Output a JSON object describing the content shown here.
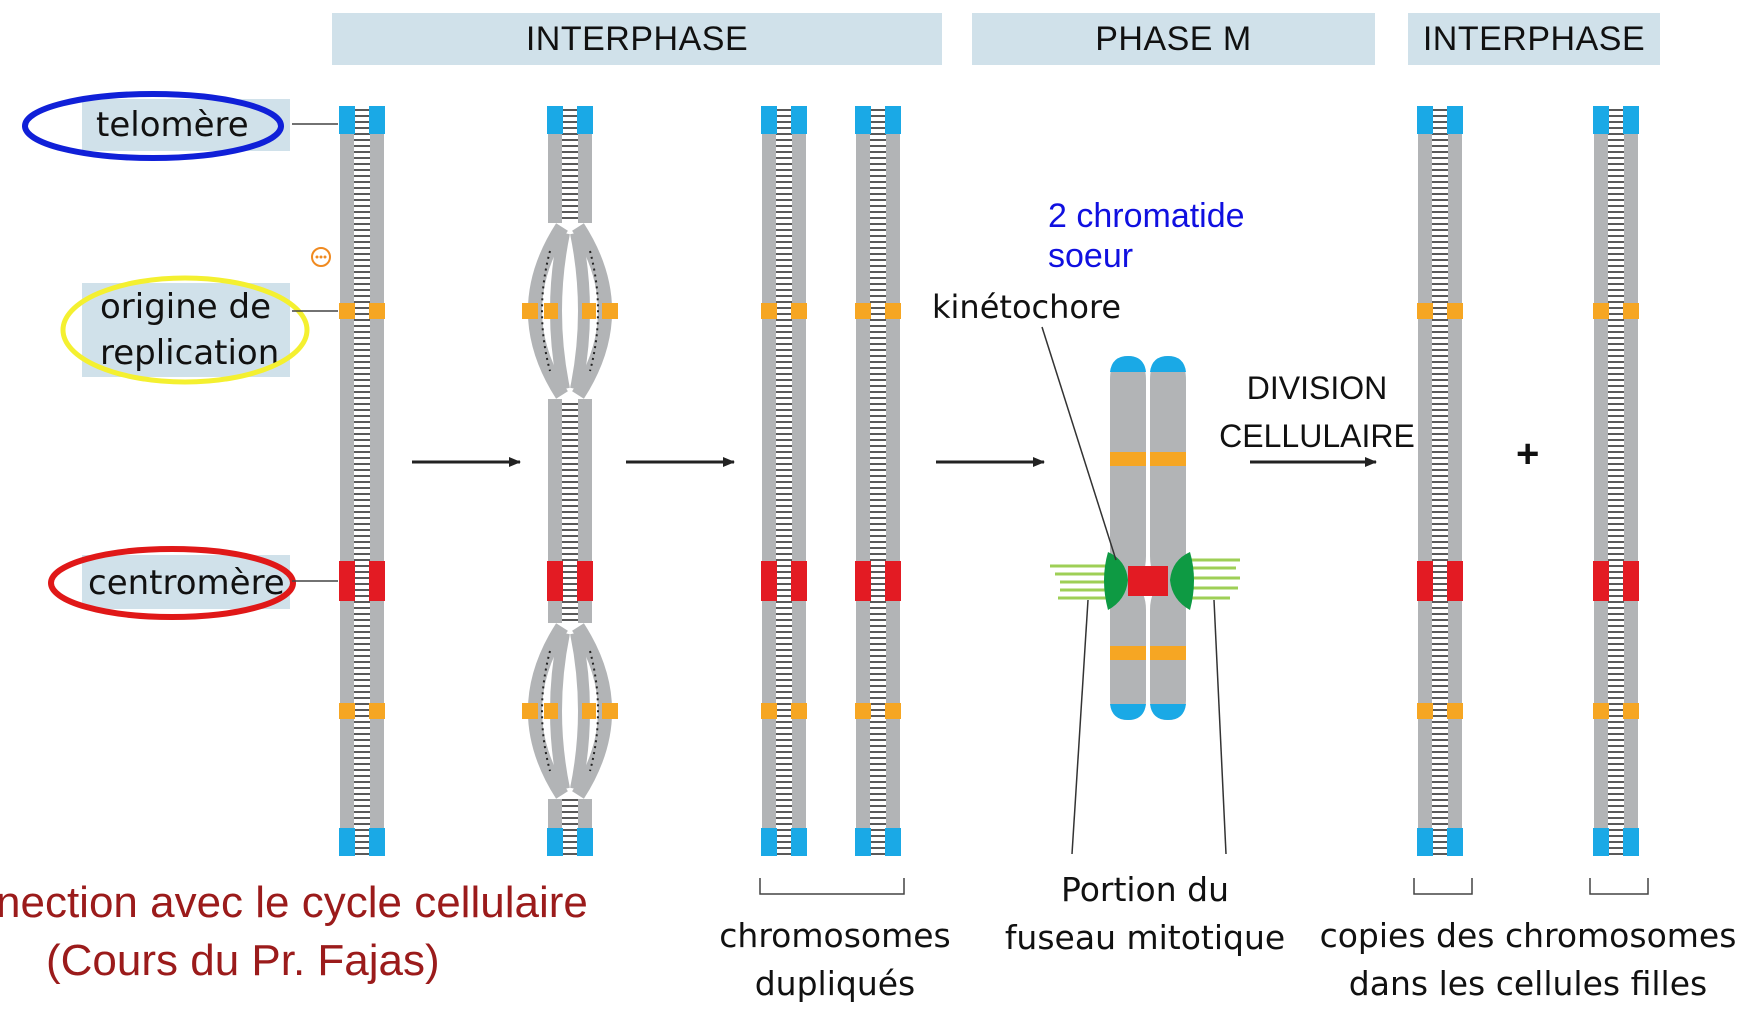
{
  "phases": {
    "interphase_left": "INTERPHASE",
    "phase_m": "PHASE M",
    "interphase_right": "INTERPHASE"
  },
  "labels": {
    "telomere": "telomère",
    "origin_line1": "origine de",
    "origin_line2": "replication",
    "centromere": "centromère",
    "sister_line1": "2 chromatide",
    "sister_line2": "soeur",
    "kinetochore": "kinétochore",
    "division_line1": "DIVISION",
    "division_line2": "CELLULAIRE",
    "plus": "+",
    "duplicated_line1": "chromosomes",
    "duplicated_line2": "dupliqués",
    "spindle_line1": "Portion du",
    "spindle_line2": "fuseau mitotique",
    "copies_line1": "copies des chromosomes",
    "copies_line2": "dans les cellules filles"
  },
  "footer": {
    "line1": "nection avec le cycle cellulaire",
    "line2": "(Cours du Pr. Fajas)"
  },
  "colors": {
    "telomere": "#1aa9e6",
    "origin": "#f6a623",
    "centromere": "#e31b23",
    "kinetochore": "#0e9a43",
    "spindle": "#9ecf56",
    "chromosome": "#b2b4b6",
    "phase_bar": "#d0e1ea",
    "ellipse_telomere": "#1020d8",
    "ellipse_origin": "#f4f030",
    "ellipse_centromere": "#e01818"
  }
}
